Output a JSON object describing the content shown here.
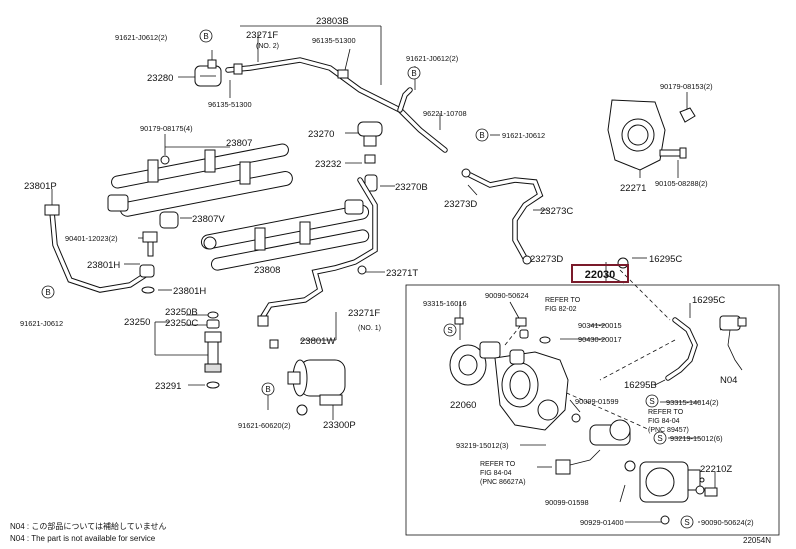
{
  "labels": {
    "l_91621_00612_2a": "91621-J0612(2)",
    "l_23280": "23280",
    "l_96135_51300a": "96135-51300",
    "l_23271F_top": "23271F",
    "l_no2": "(NO. 2)",
    "l_23803B": "23803B",
    "l_96135_51300b": "96135-51300",
    "l_91621_00612_2b": "91621-J0612(2)",
    "l_96221_10708": "96221-10708",
    "l_91621_00612": "91621-J0612",
    "l_90179_08175": "90179-08175(4)",
    "l_23807": "23807",
    "l_23270": "23270",
    "l_23232": "23232",
    "l_23270B": "23270B",
    "l_23801P": "23801P",
    "l_23807V": "23807V",
    "l_90401": "90401-12023(2)",
    "l_23801H_a": "23801H",
    "l_23801H_b": "23801H",
    "l_23808": "23808",
    "l_23271T": "23271T",
    "l_91621_00612_c": "91621-J0612",
    "l_23250B": "23250B",
    "l_23250C": "23250C",
    "l_23250": "23250",
    "l_23271F_bot": "23271F",
    "l_no1": "(NO. 1)",
    "l_23801W": "23801W",
    "l_23291": "23291",
    "l_91621_60620": "91621-60620(2)",
    "l_23300P": "23300P",
    "l_23273D_a": "23273D",
    "l_23273C": "23273C",
    "l_23273D_b": "23273D",
    "l_16295C_a": "16295C",
    "l_22030": "22030",
    "l_90179_08153": "90179-08153(2)",
    "l_22271": "22271",
    "l_90105": "90105-08288(2)",
    "l_93315_16016": "93315-16016",
    "l_90090_50624": "90090-50624",
    "l_refer1": "REFER TO",
    "l_fig1": "FIG 82-02",
    "l_90341": "90341-20015",
    "l_90430": "90430-20017",
    "l_16295C_b": "16295C",
    "l_N04": "N04",
    "l_16295B": "16295B",
    "l_22060": "22060",
    "l_90099_01599": "90099-01599",
    "l_93315_14014": "93315-14014(2)",
    "l_refer2": "REFER TO",
    "l_fig2": "FIG 84-04",
    "l_pnc2": "(PNC 89457)",
    "l_93219_a": "93219-15012(3)",
    "l_93219_b": "93219-15012(6)",
    "l_refer3": "REFER TO",
    "l_fig3": "FIG 84-04",
    "l_pnc3": "(PNC 86627A)",
    "l_22210Z": "22210Z",
    "l_90099_01598": "90099-01598",
    "l_90929": "90929-01400",
    "l_90090_50624_2": "90090-50624(2)"
  },
  "circles": {
    "b": "B",
    "s": "S"
  },
  "footer": {
    "jp": "N04 : この部品については補給していません",
    "en": "N04 : The part is not available for service",
    "code": "22054N"
  }
}
